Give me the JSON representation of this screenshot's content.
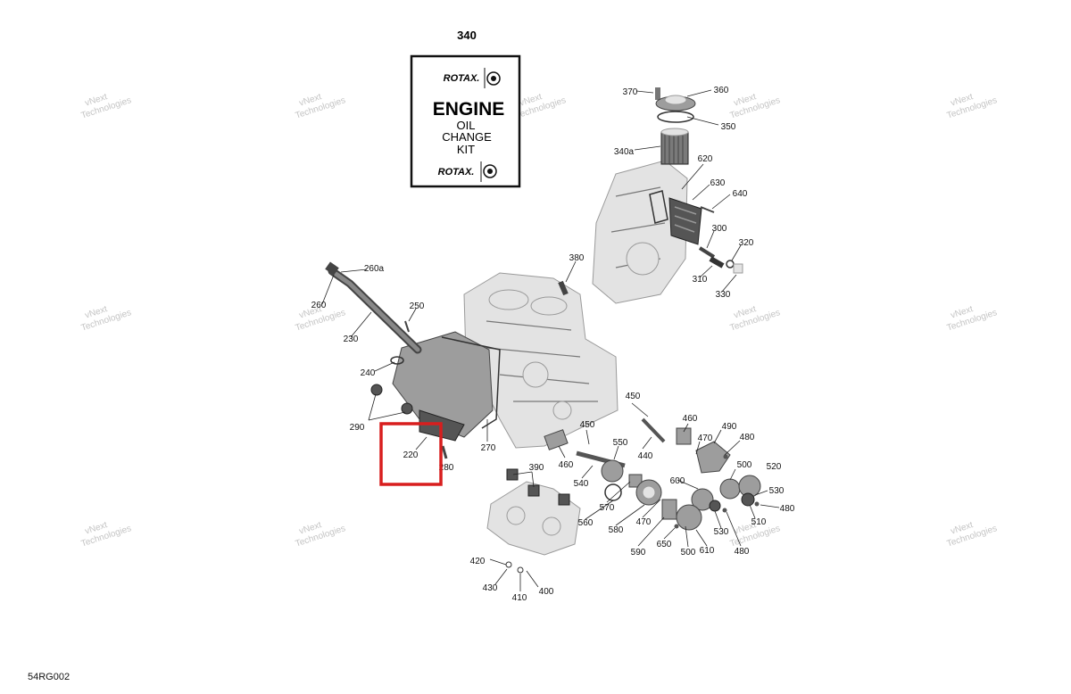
{
  "title": "340",
  "figure_code": "54RG002",
  "kit": {
    "brand": "ROTAX.",
    "headline": "ENGINE",
    "line1": "OIL",
    "line2": "CHANGE",
    "line3": "KIT"
  },
  "watermark": {
    "line1": "vNext",
    "line2": "Technologies"
  },
  "highlight": {
    "color": "#d81e1e",
    "part": "220"
  },
  "callouts": [
    {
      "id": "370",
      "text": "370"
    },
    {
      "id": "360",
      "text": "360"
    },
    {
      "id": "350",
      "text": "350"
    },
    {
      "id": "340a",
      "text": "340a"
    },
    {
      "id": "620",
      "text": "620"
    },
    {
      "id": "630",
      "text": "630"
    },
    {
      "id": "640",
      "text": "640"
    },
    {
      "id": "300",
      "text": "300"
    },
    {
      "id": "320",
      "text": "320"
    },
    {
      "id": "310",
      "text": "310"
    },
    {
      "id": "330",
      "text": "330"
    },
    {
      "id": "380",
      "text": "380"
    },
    {
      "id": "260a",
      "text": "260a"
    },
    {
      "id": "260",
      "text": "260"
    },
    {
      "id": "250",
      "text": "250"
    },
    {
      "id": "230",
      "text": "230"
    },
    {
      "id": "240",
      "text": "240"
    },
    {
      "id": "290",
      "text": "290"
    },
    {
      "id": "220",
      "text": "220"
    },
    {
      "id": "280",
      "text": "280"
    },
    {
      "id": "270",
      "text": "270"
    },
    {
      "id": "450a",
      "text": "450"
    },
    {
      "id": "460a",
      "text": "460"
    },
    {
      "id": "490",
      "text": "490"
    },
    {
      "id": "470a",
      "text": "470"
    },
    {
      "id": "480a",
      "text": "480"
    },
    {
      "id": "440",
      "text": "440"
    },
    {
      "id": "450b",
      "text": "450"
    },
    {
      "id": "550",
      "text": "550"
    },
    {
      "id": "460b",
      "text": "460"
    },
    {
      "id": "500a",
      "text": "500"
    },
    {
      "id": "520",
      "text": "520"
    },
    {
      "id": "390",
      "text": "390"
    },
    {
      "id": "540",
      "text": "540"
    },
    {
      "id": "600",
      "text": "600"
    },
    {
      "id": "530a",
      "text": "530"
    },
    {
      "id": "480b",
      "text": "480"
    },
    {
      "id": "510",
      "text": "510"
    },
    {
      "id": "570",
      "text": "570"
    },
    {
      "id": "560",
      "text": "560"
    },
    {
      "id": "470b",
      "text": "470"
    },
    {
      "id": "580",
      "text": "580"
    },
    {
      "id": "530b",
      "text": "530"
    },
    {
      "id": "650",
      "text": "650"
    },
    {
      "id": "590",
      "text": "590"
    },
    {
      "id": "500b",
      "text": "500"
    },
    {
      "id": "610",
      "text": "610"
    },
    {
      "id": "480c",
      "text": "480"
    },
    {
      "id": "420",
      "text": "420"
    },
    {
      "id": "430",
      "text": "430"
    },
    {
      "id": "410",
      "text": "410"
    },
    {
      "id": "400",
      "text": "400"
    }
  ]
}
